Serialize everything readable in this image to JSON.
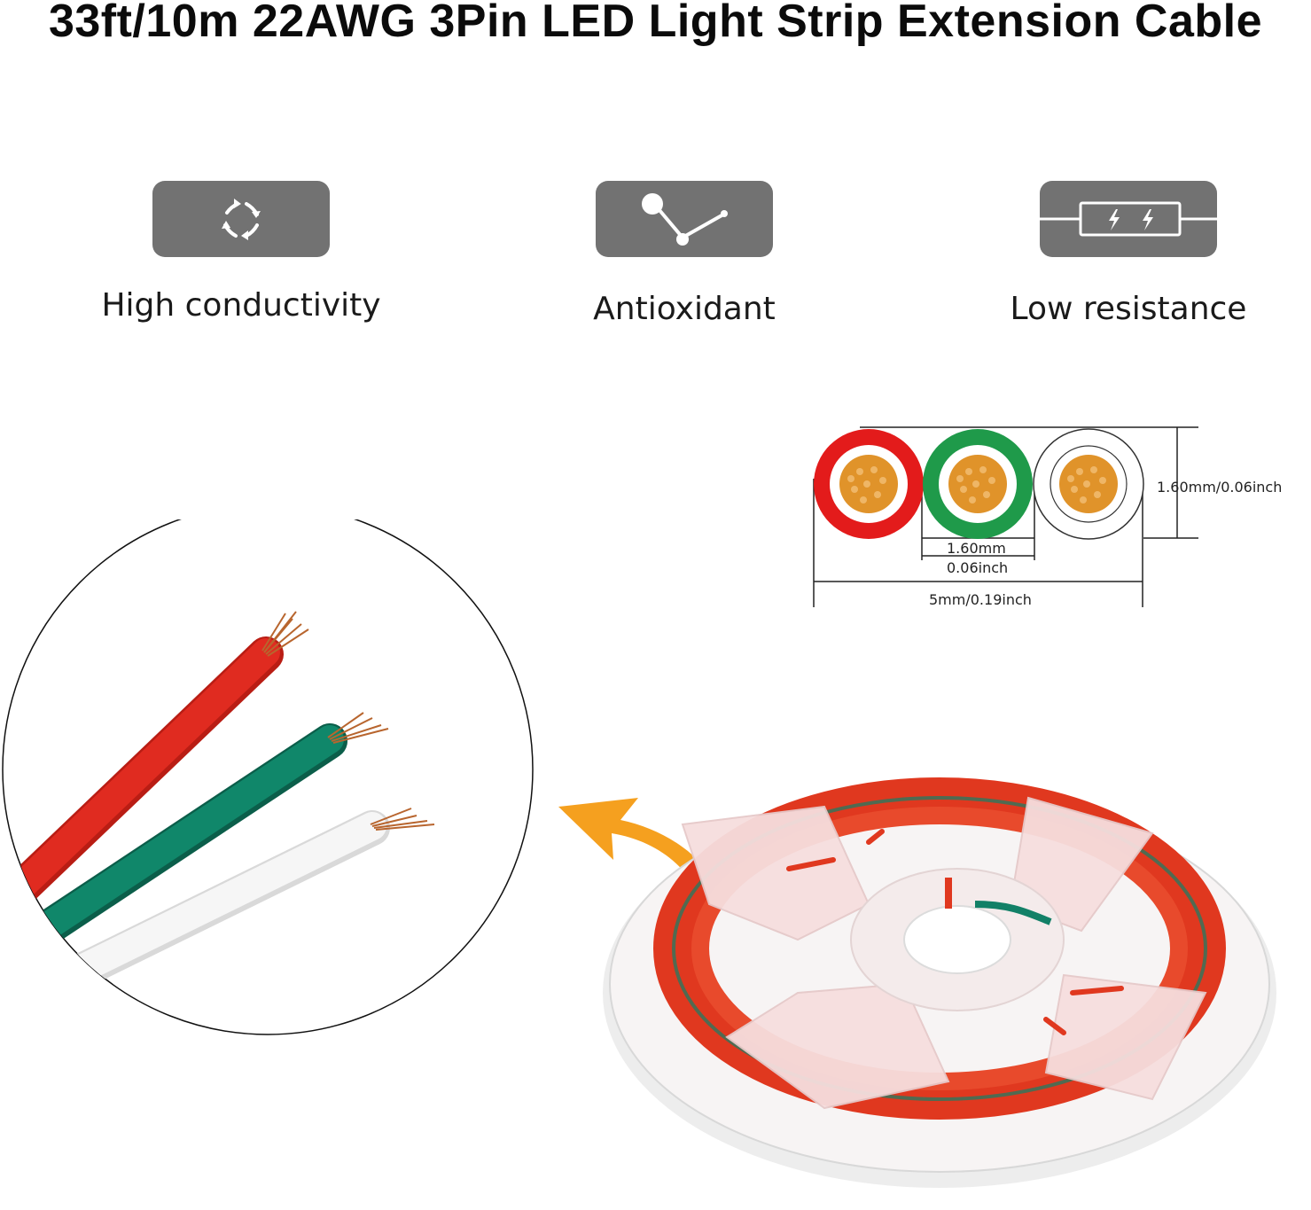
{
  "title": "33ft/10m 22AWG 3Pin LED Light Strip Extension Cable",
  "features": [
    {
      "label": "High conductivity",
      "icon": "rotate-arrows-icon"
    },
    {
      "label": "Antioxidant",
      "icon": "molecule-icon"
    },
    {
      "label": "Low resistance",
      "icon": "battery-lightning-icon"
    }
  ],
  "diagram": {
    "height_label": "1.60mm/0.06inch",
    "wire_width_top": "1.60mm",
    "wire_width_bottom": "0.06inch",
    "total_width": "5mm/0.19inch",
    "wire_colors": [
      "#e31b1b",
      "#1f9a4a",
      "#ffffff"
    ],
    "core_color": "#e0932a"
  },
  "colors": {
    "badge": "#727272",
    "arrow": "#f5a01f",
    "wire_red": "#e02b20",
    "wire_green": "#10876a",
    "wire_white": "#f4f4f4"
  }
}
